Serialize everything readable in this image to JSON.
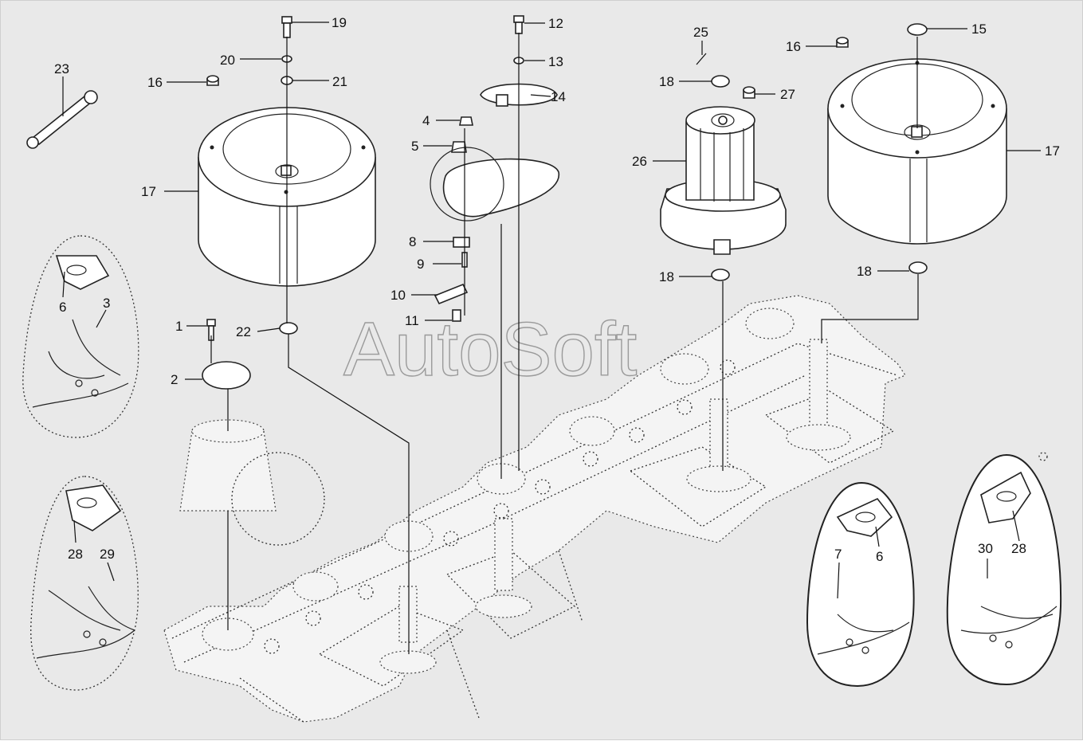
{
  "watermark": "AutoSoft",
  "callouts": {
    "c1": "1",
    "c2": "2",
    "c3": "3",
    "c4": "4",
    "c5": "5",
    "c6a": "6",
    "c6b": "6",
    "c7": "7",
    "c8": "8",
    "c9": "9",
    "c10": "10",
    "c11": "11",
    "c12": "12",
    "c13": "13",
    "c14": "14",
    "c15": "15",
    "c16a": "16",
    "c16b": "16",
    "c17a": "17",
    "c17b": "17",
    "c18a": "18",
    "c18b": "18",
    "c18c": "18",
    "c19": "19",
    "c20": "20",
    "c21": "21",
    "c22": "22",
    "c23": "23",
    "c25": "25",
    "c26": "26",
    "c27": "27",
    "c28a": "28",
    "c28b": "28",
    "c29": "29",
    "c30": "30"
  }
}
